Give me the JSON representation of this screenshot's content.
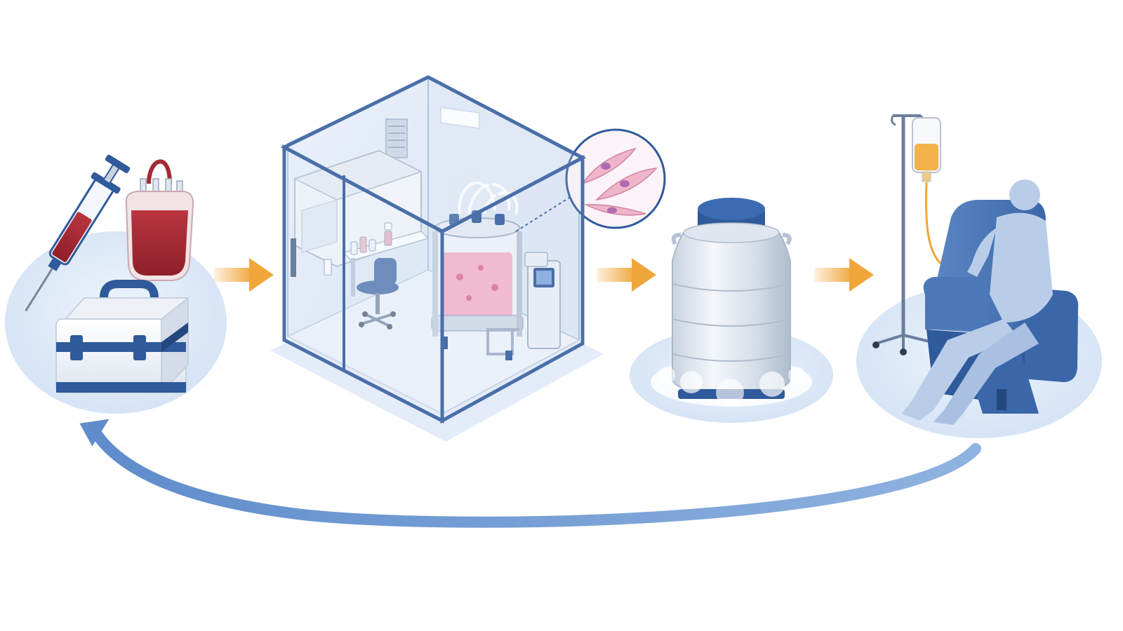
{
  "diagram": {
    "stages": [
      {
        "id": "collection",
        "icon": "blood-collection-kit-icon"
      },
      {
        "id": "manufacturing",
        "icon": "cleanroom-bioreactor-icon"
      },
      {
        "id": "cryostorage",
        "icon": "cryogenic-dewar-icon"
      },
      {
        "id": "infusion",
        "icon": "patient-infusion-icon"
      }
    ],
    "colors": {
      "arrow_forward": "#f0a63a",
      "arrow_return": "#6f9bd3",
      "disc": "#dce8f7",
      "navy": "#2f5a9b",
      "blood": "#a32a35",
      "culture_medium": "#f2a6c0",
      "iv_fluid": "#f3b24a",
      "patient": "#b9cde9"
    }
  }
}
